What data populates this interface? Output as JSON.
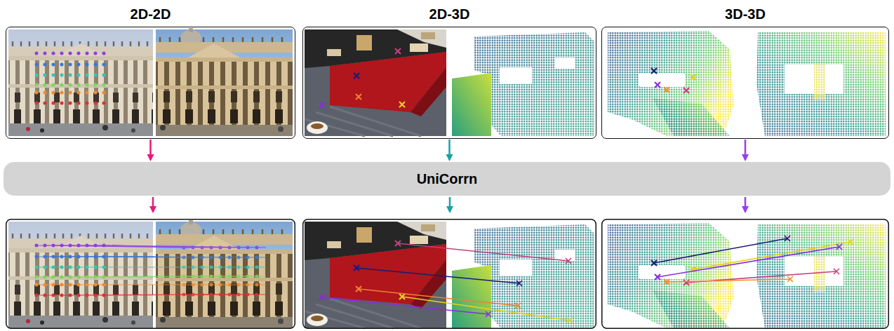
{
  "diagram": {
    "nodes": [
      {
        "text": [
          "2D-2D"
        ]
      },
      {
        "text": [
          "2D-3D"
        ]
      },
      {
        "text": [
          "3D-3D"
        ]
      },
      {
        "text": [
          "UniCorrn"
        ]
      }
    ],
    "edges": [
      {
        "from": 0,
        "to": 3,
        "arrow": "to"
      },
      {
        "from": 1,
        "to": 3,
        "arrow": "to"
      },
      {
        "from": 2,
        "to": 3,
        "arrow": "to"
      }
    ]
  }
}
